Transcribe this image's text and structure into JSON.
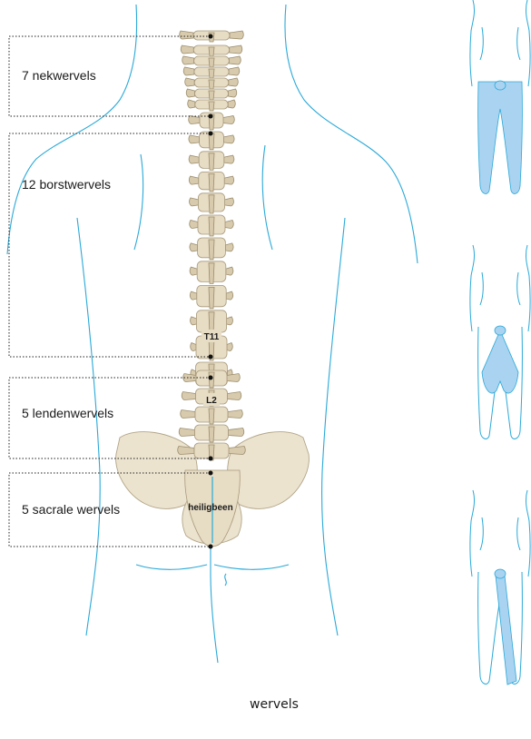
{
  "regions": [
    {
      "label": "7 nekwervels"
    },
    {
      "label": "12 borstwervels"
    },
    {
      "label": "5 lendenwervels"
    },
    {
      "label": "5 sacrale wervels"
    }
  ],
  "vertebra_labels": {
    "t11": "T11",
    "l2": "L2",
    "sacrum": "heiligbeen"
  },
  "caption": "wervels",
  "colors": {
    "body_outline": "#2aa9d8",
    "bone": "#e7dcc4",
    "highlight": "#a9d3f0"
  },
  "inset_figures": [
    {
      "icon": "back-figure-legs-shaded-icon"
    },
    {
      "icon": "back-figure-buttock-leg-wedge-icon"
    },
    {
      "icon": "back-figure-narrow-leg-strip-icon"
    }
  ]
}
